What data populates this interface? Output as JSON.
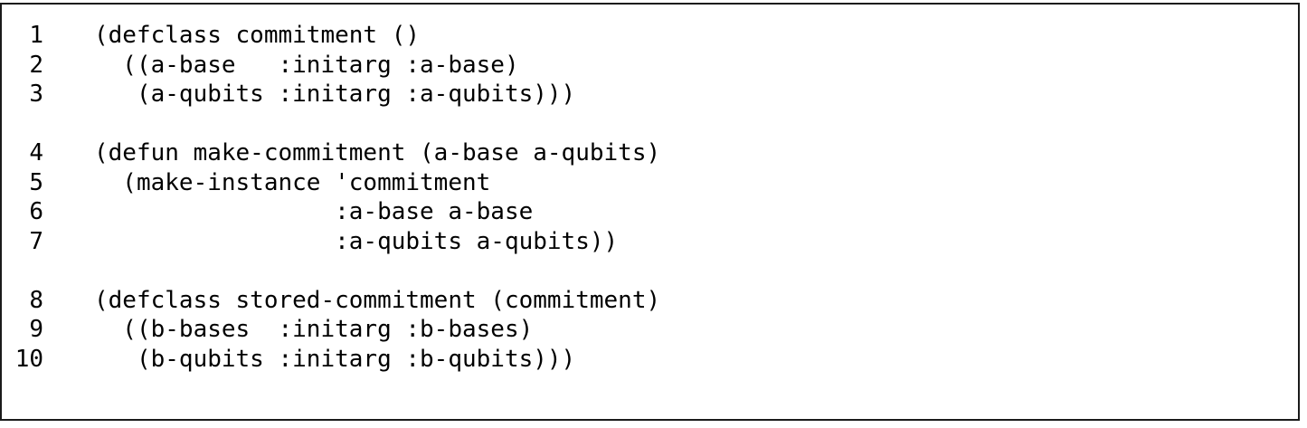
{
  "listing": {
    "language": "common-lisp",
    "text_color": "#000000",
    "background_color": "#ffffff",
    "frame_border_color": "#1b1b1b",
    "lines": [
      {
        "number": "1",
        "code": "(defclass commitment ()"
      },
      {
        "number": "2",
        "code": "  ((a-base   :initarg :a-base)"
      },
      {
        "number": "3",
        "code": "   (a-qubits :initarg :a-qubits)))"
      },
      {
        "number": "",
        "code": ""
      },
      {
        "number": "4",
        "code": "(defun make-commitment (a-base a-qubits)"
      },
      {
        "number": "5",
        "code": "  (make-instance 'commitment"
      },
      {
        "number": "6",
        "code": "                 :a-base a-base"
      },
      {
        "number": "7",
        "code": "                 :a-qubits a-qubits))"
      },
      {
        "number": "",
        "code": ""
      },
      {
        "number": "8",
        "code": "(defclass stored-commitment (commitment)"
      },
      {
        "number": "9",
        "code": "  ((b-bases  :initarg :b-bases)"
      },
      {
        "number": "10",
        "code": "   (b-qubits :initarg :b-qubits)))"
      }
    ]
  }
}
